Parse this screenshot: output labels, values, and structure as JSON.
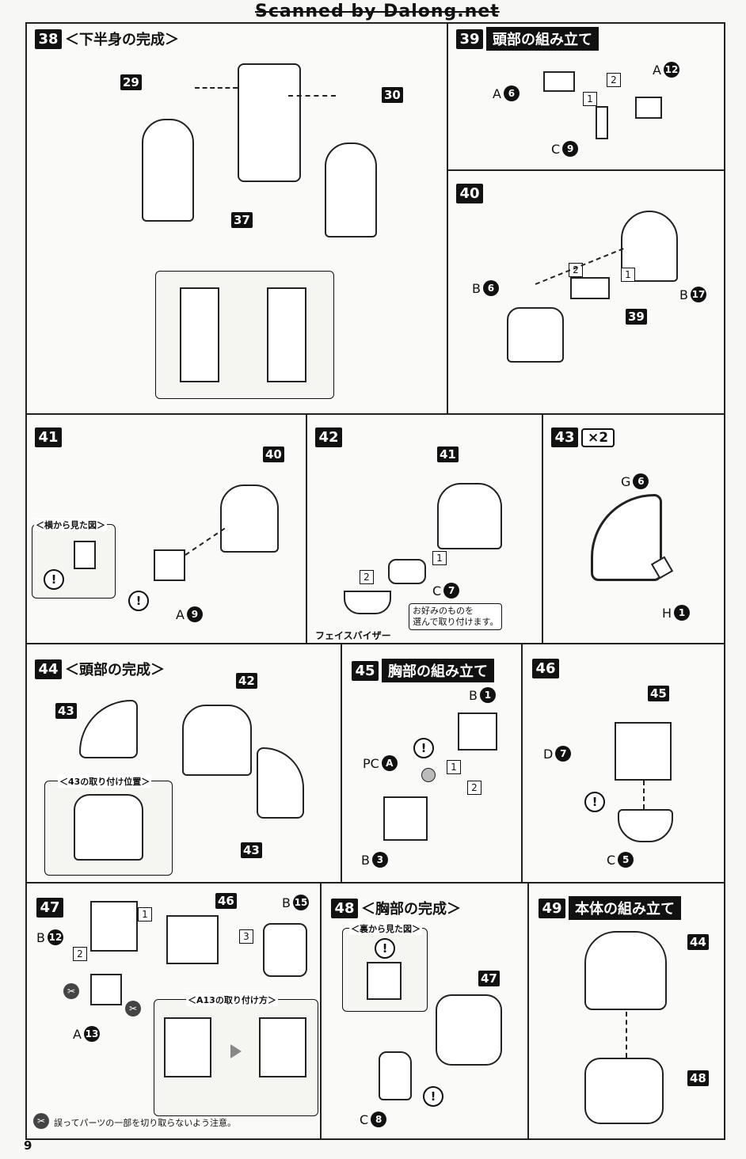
{
  "watermark": "Scanned by Dalong.net",
  "page_number": "9",
  "footer_note": "誤ってパーツの一部を切り取らないよう注意。",
  "steps": {
    "s38": {
      "num": "38",
      "title": "＜下半身の完成＞",
      "callouts": [
        "29",
        "30",
        "37"
      ]
    },
    "s39": {
      "num": "39",
      "title": "頭部の組み立て",
      "labels": {
        "a12": "12",
        "a6": "6",
        "c9": "9"
      },
      "prefix": {
        "a": "A",
        "c": "C"
      },
      "order": [
        "1",
        "2"
      ]
    },
    "s40": {
      "num": "40",
      "labels": {
        "b6": "6",
        "b17": "17"
      },
      "prefix": {
        "b": "B"
      },
      "callouts": [
        "39"
      ],
      "order": [
        "1",
        "2"
      ]
    },
    "s41": {
      "num": "41",
      "callouts": [
        "40"
      ],
      "inset_title": "＜横から見た図＞",
      "labels": {
        "a9": "9"
      },
      "prefix": {
        "a": "A"
      }
    },
    "s42": {
      "num": "42",
      "callouts": [
        "41"
      ],
      "labels": {
        "c7": "7"
      },
      "prefix": {
        "c": "C"
      },
      "order": [
        "1",
        "2"
      ],
      "visor_label": "フェイスバイザー",
      "note": "お好みのものを\n選んで取り付けます。"
    },
    "s43": {
      "num": "43",
      "multiplier": "×2",
      "labels": {
        "g6": "6",
        "h1": "1"
      },
      "prefix": {
        "g": "G",
        "h": "H"
      }
    },
    "s44": {
      "num": "44",
      "title": "＜頭部の完成＞",
      "callouts": [
        "43",
        "42",
        "43"
      ],
      "inset_title": "＜43の取り付け位置＞"
    },
    "s45": {
      "num": "45",
      "title": "胸部の組み立て",
      "labels": {
        "b1": "1",
        "pca": "A",
        "b3": "3"
      },
      "prefix": {
        "b": "B",
        "pc": "PC"
      },
      "order": [
        "1",
        "2"
      ]
    },
    "s46": {
      "num": "46",
      "callouts": [
        "45"
      ],
      "labels": {
        "d7": "7",
        "c5": "5"
      },
      "prefix": {
        "d": "D",
        "c": "C"
      }
    },
    "s47": {
      "num": "47",
      "callouts": [
        "46"
      ],
      "labels": {
        "b12": "12",
        "b15": "15",
        "a13": "13"
      },
      "prefix": {
        "a": "A",
        "b": "B"
      },
      "order": [
        "1",
        "2",
        "3"
      ],
      "inset_title": "＜A13の取り付け方＞"
    },
    "s48": {
      "num": "48",
      "title": "＜胸部の完成＞",
      "callouts": [
        "47"
      ],
      "inset_title": "＜裏から見た図＞",
      "labels": {
        "c8": "8"
      },
      "prefix": {
        "c": "C"
      }
    },
    "s49": {
      "num": "49",
      "title": "本体の組み立て",
      "callouts": [
        "44",
        "48"
      ]
    }
  },
  "warning_glyph": "!",
  "cut_glyph": "✂"
}
